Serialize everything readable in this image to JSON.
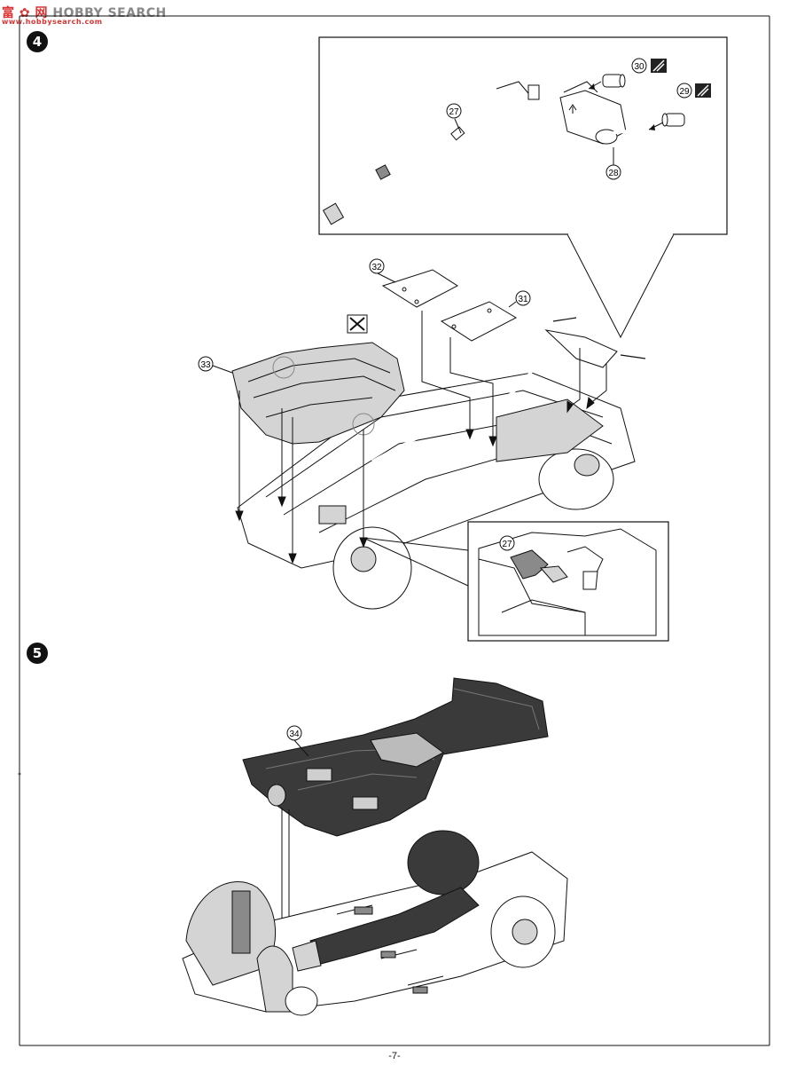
{
  "watermark": {
    "logo": "富 ✿ 网",
    "brand": "HOBBY SEARCH",
    "sub": "www.hobbysearch.com"
  },
  "steps": {
    "step4": "4",
    "step5": "5"
  },
  "parts": {
    "p27a": "27",
    "p27b": "27",
    "p28": "28",
    "p29": "29",
    "p30": "30",
    "p31": "31",
    "p32": "32",
    "p33": "33",
    "p34": "34"
  },
  "page_number": "-7-"
}
